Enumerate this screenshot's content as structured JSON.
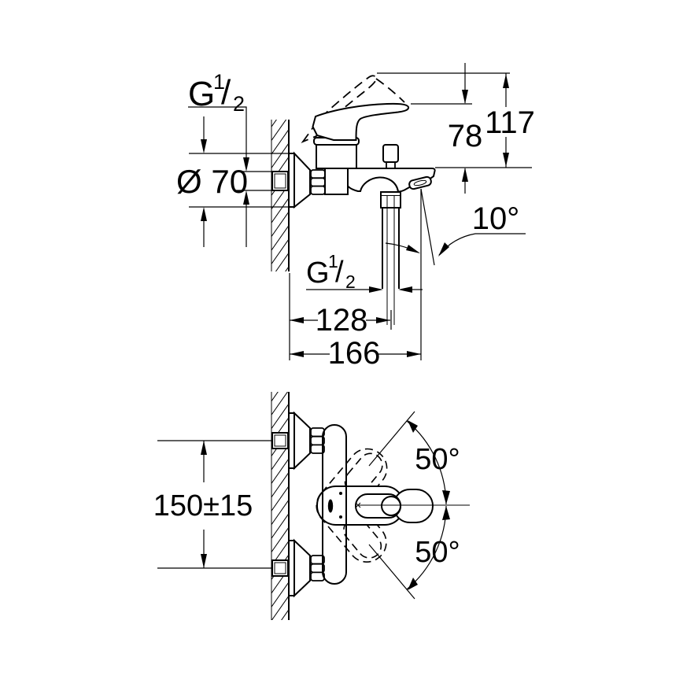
{
  "drawing": {
    "kind": "faucet installation dimension drawing",
    "colors": {
      "background": "#ffffff",
      "line": "#000000"
    }
  },
  "side_view": {
    "supply_thread": {
      "base": "G",
      "sup": "1",
      "slash": "/",
      "sub": "2"
    },
    "escutcheon_diameter": "Ø 70",
    "height_open_handle": "117",
    "height_closed_handle": "78",
    "spray_angle": "10°",
    "outlet_thread": {
      "base": "G",
      "sup": "1",
      "slash": "/",
      "sub": "2"
    },
    "wall_to_outlet": "128",
    "wall_to_spout_end": "166"
  },
  "front_view": {
    "connection_spacing": "150±15",
    "handle_swing_up": "50°",
    "handle_swing_down": "50°"
  }
}
